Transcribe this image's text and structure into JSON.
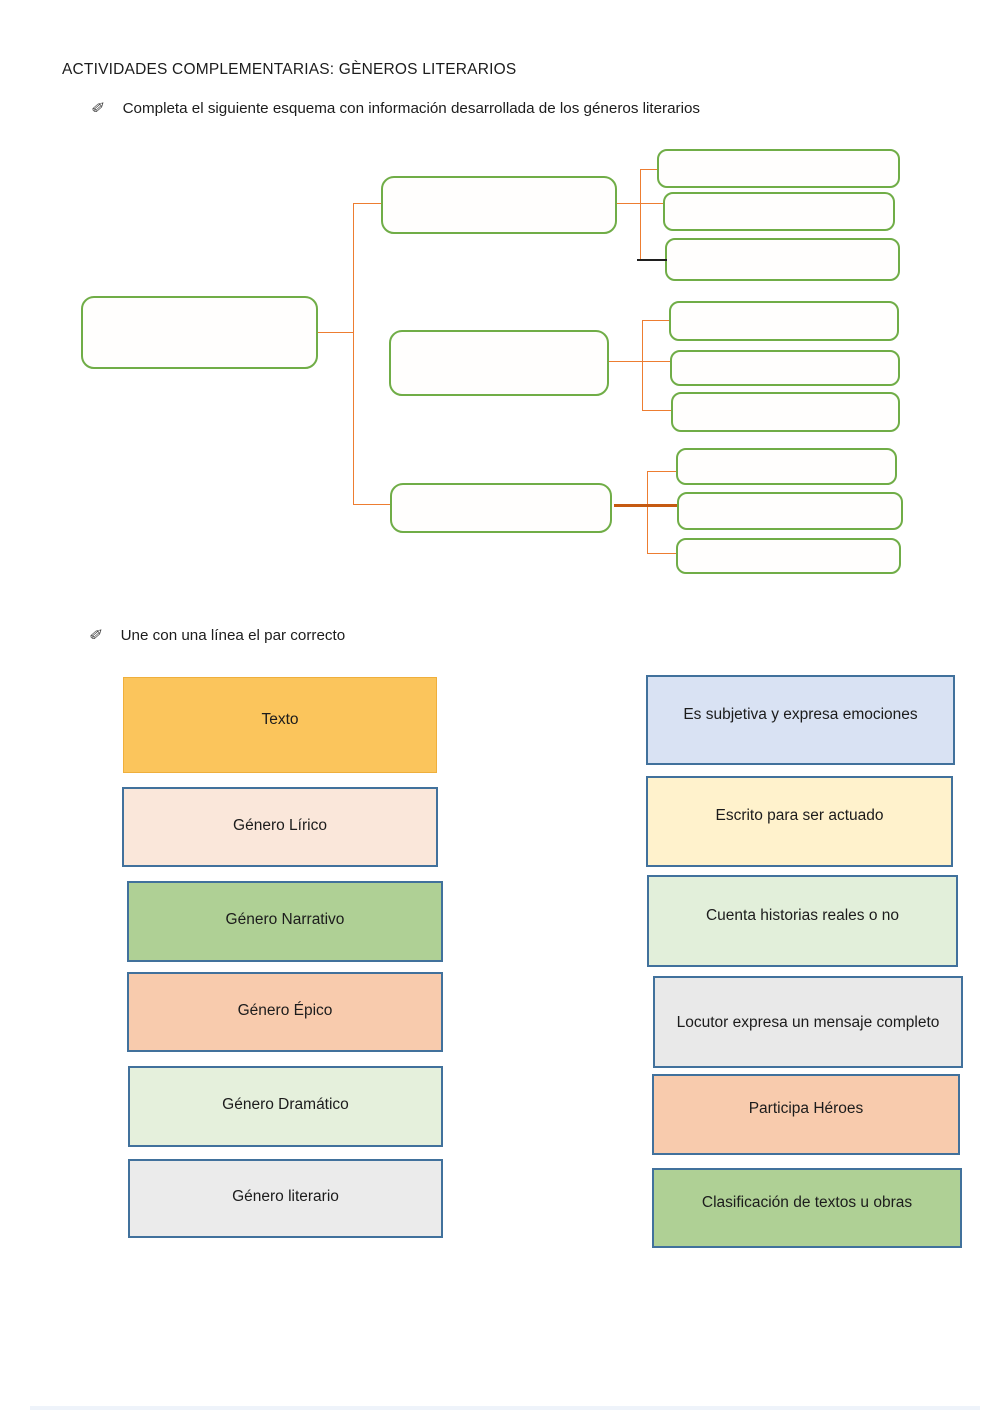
{
  "page": {
    "title": "ACTIVIDADES COMPLEMENTARIAS: GÈNEROS LITERARIOS",
    "pencil_glyph": "✐",
    "instructions": [
      {
        "text": "Completa el siguiente esquema con información desarrollada de los géneros literarios"
      },
      {
        "text": "Une con una línea el par correcto"
      }
    ]
  },
  "scheme": {
    "description": "empty fill-in tree diagram",
    "root_label": "",
    "branch_labels": [
      "",
      "",
      ""
    ],
    "leaf_labels": [
      [
        "",
        "",
        ""
      ],
      [
        "",
        "",
        ""
      ],
      [
        "",
        "",
        ""
      ]
    ],
    "colors": {
      "box_border": "#70AD47",
      "connector": "#ED7D31",
      "connector_dark": "#C55A11",
      "connector_black": "#1F1F1F"
    }
  },
  "matching": {
    "left": [
      {
        "label": "Texto",
        "fill": "#FBC55C",
        "border": "#EFAF3C"
      },
      {
        "label": "Género Lírico",
        "fill": "#FAE7DA",
        "border": "#41719C"
      },
      {
        "label": "Género Narrativo",
        "fill": "#AFD095",
        "border": "#41719C"
      },
      {
        "label": "Género Épico",
        "fill": "#F8CBAD",
        "border": "#41719C"
      },
      {
        "label": "Género Dramático",
        "fill": "#E5F0DC",
        "border": "#41719C"
      },
      {
        "label": "Género literario",
        "fill": "#EBEBEB",
        "border": "#41719C"
      }
    ],
    "right": [
      {
        "label": "Es subjetiva y expresa emociones",
        "fill": "#D9E2F3",
        "border": "#41719C"
      },
      {
        "label": "Escrito para ser actuado",
        "fill": "#FFF2CC",
        "border": "#41719C"
      },
      {
        "label": "Cuenta historias reales o no",
        "fill": "#E2EFDA",
        "border": "#41719C"
      },
      {
        "label": "Locutor expresa un mensaje completo",
        "fill": "#E9E9E9",
        "border": "#41719C"
      },
      {
        "label": "Participa Héroes",
        "fill": "#F8CBAD",
        "border": "#41719C"
      },
      {
        "label": "Clasificación de textos u obras",
        "fill": "#AFD095",
        "border": "#41719C"
      }
    ]
  }
}
